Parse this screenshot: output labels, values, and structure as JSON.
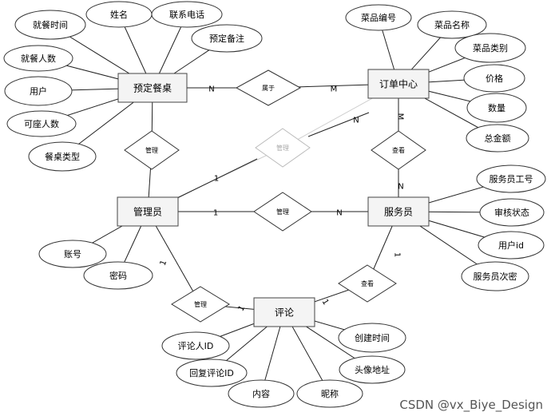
{
  "entities": {
    "reserve_table": "预定餐桌",
    "order_center": "订单中心",
    "admin": "管理员",
    "waiter": "服务员",
    "comment": "评论"
  },
  "attributes": {
    "reserve_table": [
      "就餐时间",
      "姓名",
      "联系电话",
      "预定备注",
      "就餐人数",
      "用户",
      "可座人数",
      "餐桌类型"
    ],
    "order_center": [
      "菜品编号",
      "菜品名称",
      "菜品类别",
      "价格",
      "数量",
      "总金额"
    ],
    "admin": [
      "账号",
      "密码"
    ],
    "waiter": [
      "服务员工号",
      "审核状态",
      "用户id",
      "服务员次密"
    ],
    "comment": [
      "评论人ID",
      "创建时间",
      "回复评论ID",
      "头像地址",
      "内容",
      "昵称"
    ]
  },
  "relationships": {
    "belongs": "属于",
    "manage_reserve": "管理",
    "manage_order": "管理",
    "view_order": "查看",
    "manage_waiter": "管理",
    "manage_comment": "管理",
    "view_comment": "查看"
  },
  "cardinalities": {
    "reserve_belongs": "N",
    "order_belongs": "M",
    "order_view": "M",
    "waiter_view": "N",
    "admin_order": "1",
    "order_admin": "N",
    "admin_waiter": "1",
    "waiter_admin": "N",
    "admin_comment_top": "1",
    "admin_comment_bottom": "1",
    "comment_view": "1",
    "waiter_comment": "1"
  },
  "watermark": "CSDN @vx_Biye_Design",
  "colors": {
    "entity_fill": "#f4f4f4",
    "stroke": "#333333",
    "faded": "#bbbbbb"
  }
}
